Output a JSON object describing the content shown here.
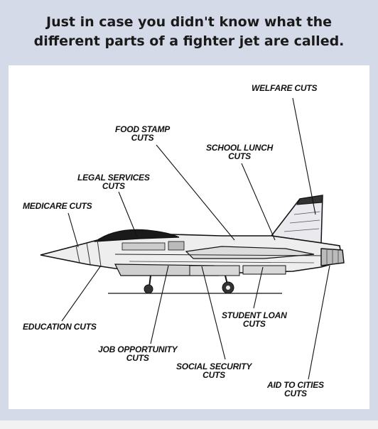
{
  "caption": {
    "line1": "Just in case you didn't know what the",
    "line2": "different parts of a fighter jet are called."
  },
  "diagram": {
    "labels": {
      "welfare": {
        "line1": "WELFARE CUTS"
      },
      "food_stamp": {
        "line1": "FOOD STAMP",
        "line2": "CUTS"
      },
      "school_lunch": {
        "line1": "SCHOOL LUNCH",
        "line2": "CUTS"
      },
      "legal_services": {
        "line1": "LEGAL SERVICES",
        "line2": "CUTS"
      },
      "medicare": {
        "line1": "MEDICARE CUTS"
      },
      "education": {
        "line1": "EDUCATION CUTS"
      },
      "student_loan": {
        "line1": "STUDENT LOAN",
        "line2": "CUTS"
      },
      "job_opportunity": {
        "line1": "JOB OPPORTUNITY",
        "line2": "CUTS"
      },
      "social_security": {
        "line1": "SOCIAL SECURITY",
        "line2": "CUTS"
      },
      "aid_to_cities": {
        "line1": "AID TO CITIES",
        "line2": "CUTS"
      }
    }
  },
  "colors": {
    "background": "#d5dae8",
    "panel": "#ffffff",
    "ink": "#111111"
  }
}
